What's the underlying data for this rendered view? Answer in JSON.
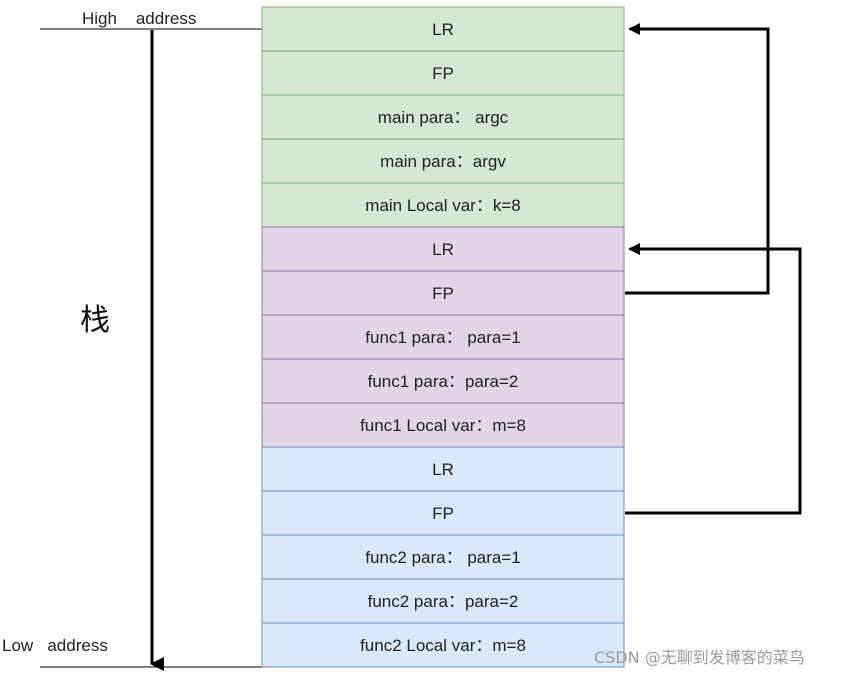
{
  "labels": {
    "high_address": "High    address",
    "low_address": "Low   address",
    "stack": "栈",
    "watermark": "CSDN @无聊到发博客的菜鸟"
  },
  "frames": [
    {
      "name": "main",
      "fill": "#d5e8d4",
      "stroke": "#82b366",
      "cells": [
        "LR",
        "FP",
        "main para： argc",
        "main para：argv",
        "main Local var：k=8"
      ]
    },
    {
      "name": "func1",
      "fill": "#e1d5e7",
      "stroke": "#9673a6",
      "cells": [
        "LR",
        "FP",
        "func1 para： para=1",
        "func1 para：para=2",
        "func1 Local var：m=8"
      ]
    },
    {
      "name": "func2",
      "fill": "#dae8fc",
      "stroke": "#6c8ebf",
      "cells": [
        "LR",
        "FP",
        "func2 para： para=1",
        "func2 para：para=2",
        "func2 Local var：m=8"
      ]
    }
  ],
  "colors": {
    "line": "#000000",
    "text": "#1f1f1f",
    "watermark": "#9a9a9a"
  }
}
